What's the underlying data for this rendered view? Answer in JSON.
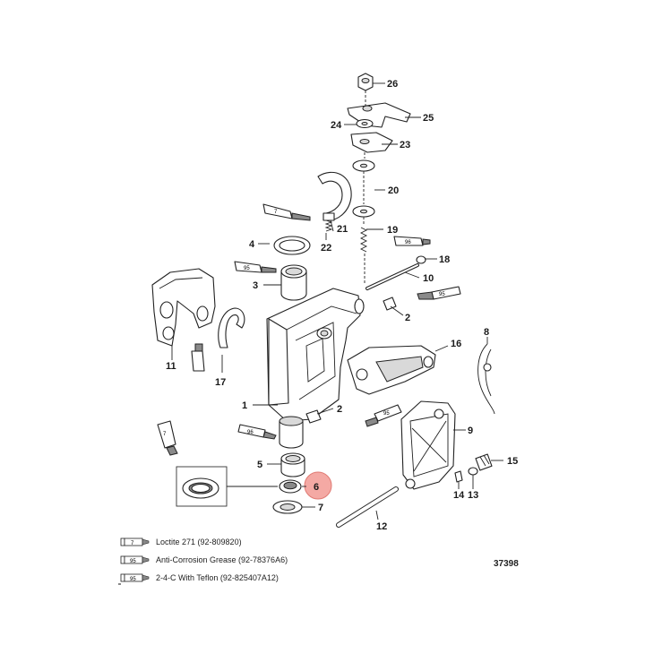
{
  "callouts": [
    "26",
    "25",
    "24",
    "23",
    "22",
    "21",
    "20",
    "19",
    "18",
    "17",
    "16",
    "15",
    "14",
    "13",
    "12",
    "11",
    "10",
    "9",
    "8",
    "7",
    "6",
    "5",
    "4",
    "3",
    "2",
    "2",
    "1"
  ],
  "tube_labels": [
    "7",
    "95",
    "96",
    "95",
    "7",
    "96",
    "95"
  ],
  "highlight_color": "#f4a9a4",
  "legend": [
    {
      "code": "7",
      "text": "Loctite 271 (92-809820)"
    },
    {
      "code": "95",
      "text": "Anti-Corrosion Grease (92-78376A6)"
    },
    {
      "code": "95",
      "text": "2-4-C  With Teflon (92-825407A12)"
    }
  ],
  "figure_number": "37398"
}
